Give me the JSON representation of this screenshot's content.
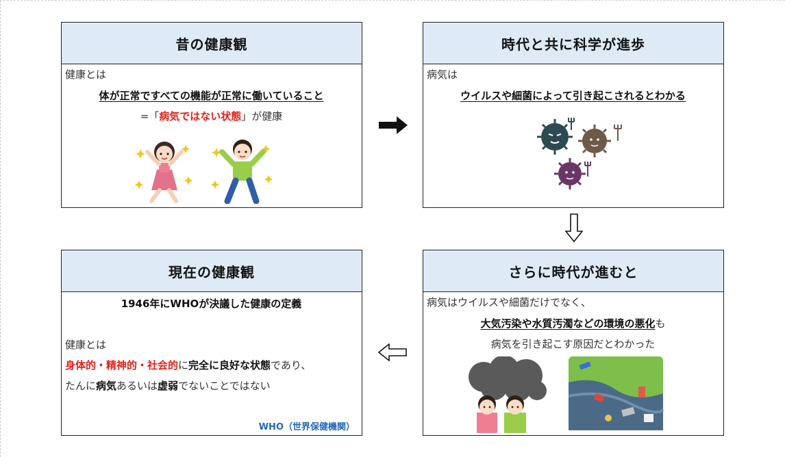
{
  "panel_old": {
    "title": "昔の健康観",
    "line1": "健康とは",
    "line2": "体が正常ですべての機能が正常に働いていること",
    "line3_prefix": "=「",
    "line3_red": "病気ではない状態",
    "line3_suffix": "」が健康"
  },
  "panel_science": {
    "title": "時代と共に科学が進歩",
    "line1": "病気は",
    "line2": "ウイルスや細菌によって引き起こされるとわかる"
  },
  "panel_modern": {
    "title": "現在の健康観",
    "line1": "1946年にWHOが決議した健康の定義",
    "line2": "健康とは",
    "line3_red": "身体的・精神的・社会的",
    "line3_mid": "に",
    "line3_bold": "完全に良好な状態",
    "line3_end": "であり、",
    "line4_a": "たんに",
    "line4_b": "病気",
    "line4_c": "あるいは",
    "line4_d": "虚弱",
    "line4_e": "でないことではない",
    "source": "WHO（世界保健機関）"
  },
  "panel_further": {
    "title": "さらに時代が進むと",
    "line1": "病気はウイルスや細菌だけでなく、",
    "line2_bold": "大気汚染や水質汚濁などの環境の悪化",
    "line2_end": "も",
    "line3": "病気を引き起こす原因だとわかった"
  },
  "colors": {
    "header_bg": "#deeaf6",
    "emphasis_red": "#e0231b",
    "source_blue": "#2468b8"
  }
}
